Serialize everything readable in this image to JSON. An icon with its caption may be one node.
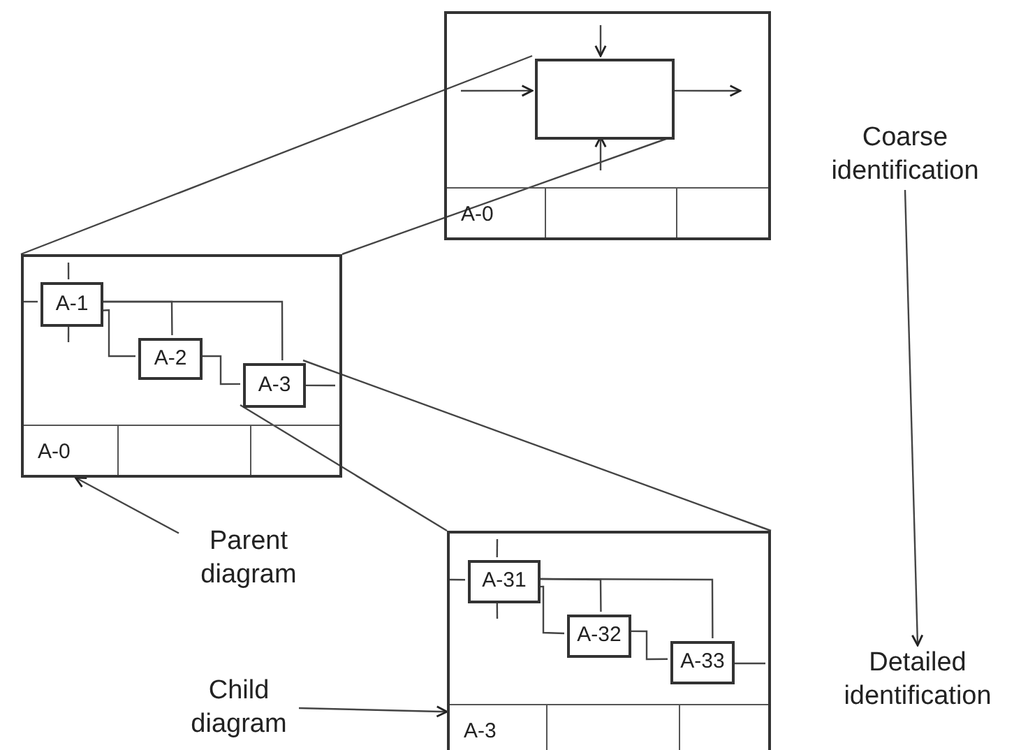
{
  "diagram": {
    "nodes": [
      {
        "text": [
          "A-0"
        ]
      },
      {
        "text": [],
        "shape": "box",
        "in": 0
      },
      {
        "text": [
          "A-0"
        ]
      },
      {
        "text": [
          "A-1"
        ],
        "in": 2
      },
      {
        "text": [
          "A-2"
        ],
        "in": 2
      },
      {
        "text": [
          "A-3"
        ],
        "in": 2
      },
      {
        "text": [
          "A-3"
        ]
      },
      {
        "text": [
          "A-31"
        ],
        "in": 6
      },
      {
        "text": [
          "A-32"
        ],
        "in": 6
      },
      {
        "text": [
          "A-33"
        ],
        "in": 6
      },
      {
        "text": [
          "Coarse identification"
        ]
      },
      {
        "text": [
          "Detailed identification"
        ]
      },
      {
        "text": [
          "Parent diagram"
        ]
      },
      {
        "text": [
          "Child diagram"
        ]
      }
    ],
    "edges": [
      {
        "from": null,
        "to": 1,
        "arrow": "to"
      },
      {
        "from": null,
        "to": 1,
        "arrow": "to"
      },
      {
        "from": null,
        "to": 1,
        "arrow": "to"
      },
      {
        "from": 1,
        "to": null,
        "arrow": "to"
      },
      {
        "from": 1,
        "to": 2,
        "arrow": "none"
      },
      {
        "from": 1,
        "to": 2,
        "arrow": "none"
      },
      {
        "from": 3,
        "to": 5,
        "arrow": "none"
      },
      {
        "from": 3,
        "to": 4,
        "arrow": "none"
      },
      {
        "from": 3,
        "to": 4,
        "arrow": "none"
      },
      {
        "from": 4,
        "to": 5,
        "arrow": "none"
      },
      {
        "from": null,
        "to": 3,
        "arrow": "none"
      },
      {
        "from": null,
        "to": 3,
        "arrow": "none"
      },
      {
        "from": 3,
        "to": null,
        "arrow": "none"
      },
      {
        "from": 5,
        "to": null,
        "arrow": "none"
      },
      {
        "from": 5,
        "to": 6,
        "arrow": "none"
      },
      {
        "from": 5,
        "to": 6,
        "arrow": "none"
      },
      {
        "from": 7,
        "to": 9,
        "arrow": "none"
      },
      {
        "from": 7,
        "to": 8,
        "arrow": "none"
      },
      {
        "from": 7,
        "to": 8,
        "arrow": "none"
      },
      {
        "from": 8,
        "to": 9,
        "arrow": "none"
      },
      {
        "from": null,
        "to": 7,
        "arrow": "none"
      },
      {
        "from": null,
        "to": 7,
        "arrow": "none"
      },
      {
        "from": 7,
        "to": null,
        "arrow": "none"
      },
      {
        "from": 9,
        "to": null,
        "arrow": "none"
      },
      {
        "from": 12,
        "to": 2,
        "arrow": "to"
      },
      {
        "from": 13,
        "to": 6,
        "arrow": "to"
      },
      {
        "from": 10,
        "to": 11,
        "arrow": "to"
      }
    ]
  }
}
